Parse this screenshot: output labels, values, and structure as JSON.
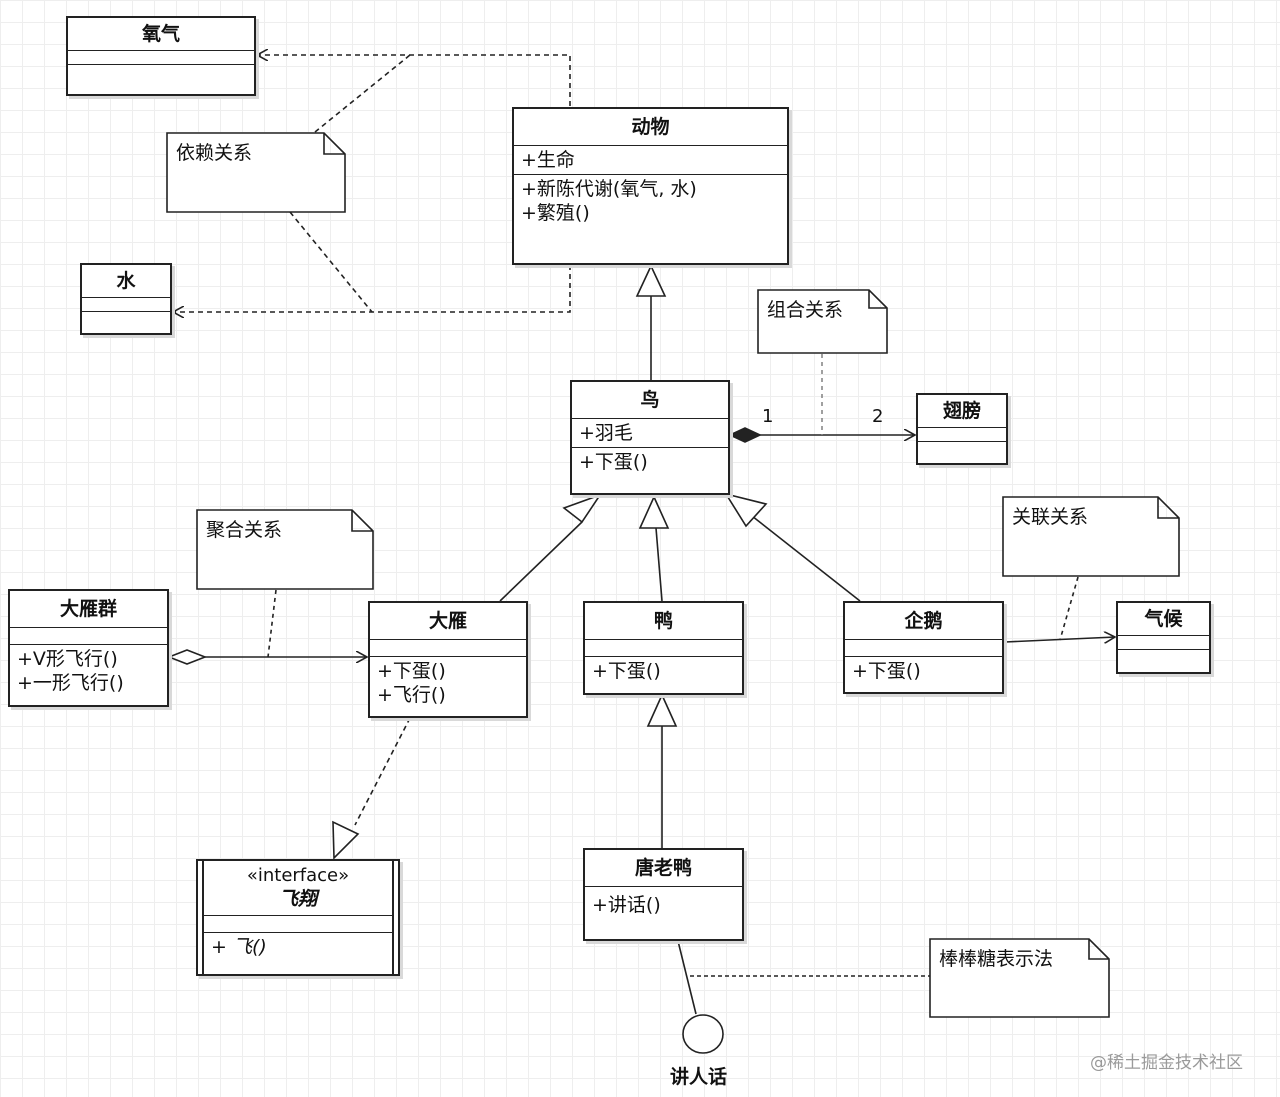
{
  "classes": {
    "oxygen": {
      "name": "氧气",
      "attrs": [],
      "ops": []
    },
    "water": {
      "name": "水",
      "attrs": [],
      "ops": []
    },
    "animal": {
      "name": "动物",
      "attrs": [
        "+生命"
      ],
      "ops": [
        "+新陈代谢(氧气, 水)",
        "+繁殖()"
      ]
    },
    "bird": {
      "name": "鸟",
      "attrs": [
        "+羽毛"
      ],
      "ops": [
        "+下蛋()"
      ]
    },
    "wing": {
      "name": "翅膀",
      "attrs": [],
      "ops": []
    },
    "goose_flock": {
      "name": "大雁群",
      "attrs": [],
      "ops": [
        "+V形飞行()",
        "+一形飞行()"
      ]
    },
    "goose": {
      "name": "大雁",
      "attrs": [],
      "ops": [
        "+下蛋()",
        "+飞行()"
      ]
    },
    "duck": {
      "name": "鸭",
      "attrs": [],
      "ops": [
        "+下蛋()"
      ]
    },
    "penguin": {
      "name": "企鹅",
      "attrs": [],
      "ops": [
        "+下蛋()"
      ]
    },
    "climate": {
      "name": "气候",
      "attrs": [],
      "ops": []
    },
    "flying": {
      "stereotype": "«interface»",
      "name": "飞翔",
      "attrs": [],
      "ops": [
        "+ 飞()"
      ]
    },
    "donald_duck": {
      "name": "唐老鸭",
      "attrs": [],
      "ops": [
        "+讲话()"
      ]
    }
  },
  "notes": {
    "dependency": "依赖关系",
    "composition": "组合关系",
    "aggregation": "聚合关系",
    "association": "关联关系",
    "lollipop": "棒棒糖表示法"
  },
  "multiplicity": {
    "bird_end": "1",
    "wing_end": "2"
  },
  "interface_label": "讲人话",
  "watermark": "@稀土掘金技术社区"
}
